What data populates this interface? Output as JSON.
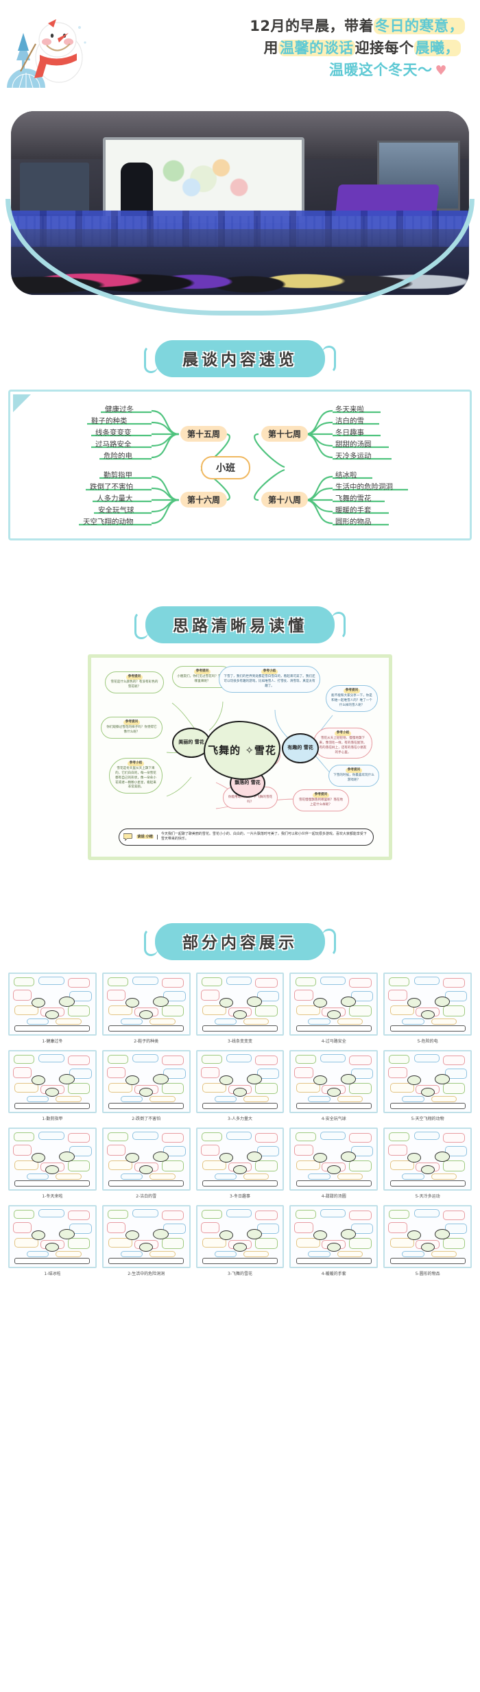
{
  "header": {
    "line1_plain": "12月的早晨，带着",
    "line1_hl": "冬日的寒意，",
    "line2_p1": "用",
    "line2_hl1": "温馨的谈话",
    "line2_p2": "迎接每个",
    "line2_hl2": "晨曦，",
    "line3_hl": "温暖这个冬天～",
    "heart_icon": "heart-icon"
  },
  "photo": {
    "caption_alt": "classroom-morning-talk-photo"
  },
  "sections": [
    {
      "title": "晨谈内容速览"
    },
    {
      "title": "思路清晰易读懂"
    },
    {
      "title": "部分内容展示"
    }
  ],
  "mindmap": {
    "center": "小班",
    "branches": [
      {
        "week": "第十五周",
        "side": "left",
        "items": [
          "健康过冬",
          "鞋子的种类",
          "线条变变变",
          "过马路安全",
          "危险的电"
        ]
      },
      {
        "week": "第十六周",
        "side": "left",
        "items": [
          "勤剪指甲",
          "跌倒了不害怕",
          "人多力量大",
          "安全玩气球",
          "天空飞翔的动物"
        ]
      },
      {
        "week": "第十七周",
        "side": "right",
        "items": [
          "冬天来啦",
          "洁白的雪",
          "冬日趣事",
          "甜甜的汤圆",
          "天冷多运动"
        ]
      },
      {
        "week": "第十八周",
        "side": "right",
        "items": [
          "结冰啦",
          "生活中的危险洞洞",
          "飞舞的雪花",
          "暖暖的手套",
          "圆形的物品"
        ]
      }
    ]
  },
  "detail_map": {
    "title": "飞舞的 ✧雪花",
    "nodes": [
      {
        "label": "美丽的\n雪花",
        "style": "green"
      },
      {
        "label": "有趣的\n雪花",
        "style": "blue"
      },
      {
        "label": "飘落的\n雪花",
        "style": "pink"
      }
    ],
    "bubbles": [
      {
        "tag": "参考提问",
        "text": "雪花是什么颜色的？有没有彩色的雪花呢？",
        "style": "green"
      },
      {
        "tag": "参考提问",
        "text": "小朋友们，你们见过雪花吗？雪花从哪里来呢？",
        "style": "green"
      },
      {
        "tag": "参考提问",
        "text": "你们观察过雪花的样子吗？你觉得它像什么呢？",
        "style": "green"
      },
      {
        "tag": "参考小结",
        "text": "雪花是冬天里从天上飘下来的，它们白白的，每一朵雪花都有自己的形状，像一朵朵小花或者一颗颗小星星，看起来非常美丽。",
        "style": "green"
      },
      {
        "tag": "参考小结",
        "text": "下雪了，我们的世界到处都是雪白雪白的，看起来可美了。我们还可以玩很多有趣的游戏，比如堆雪人、打雪仗、滑雪等，真是太有趣了。",
        "style": "blue"
      },
      {
        "tag": "参考提问",
        "text": "能不能和大家分享一下，你是和谁一起堆雪人的？堆了一个什么样的雪人呢？",
        "style": "blue"
      },
      {
        "tag": "参考提问",
        "text": "下雪的时候，你最喜欢玩什么游戏呢？",
        "style": "blue"
      },
      {
        "tag": "参考提问",
        "text": "雪花从天上飘下来时，是什么样子的呢？",
        "style": "red"
      },
      {
        "tag": "参考提问",
        "text": "你能用动作模仿一下飞舞的雪花吗？",
        "style": "red"
      },
      {
        "tag": "参考提问",
        "text": "雪花慢慢飘落到哪里呢？落在地上是什么样呢？",
        "style": "red"
      },
      {
        "tag": "参考小结",
        "text": "雪花从天上轻轻地、慢慢地飘下来，像羽毛一样，有的落在屋顶，有的落在树上，还有的落在小朋友的手心里。",
        "style": "red"
      }
    ],
    "summary_badge": "谈话\n小结",
    "summary_text": "今天我们一起聊了聊美丽的雪花。雪花小小的、白白的，一片片飘落时可美了。我们可以和小伙伴一起玩很多游戏。喜欢大家都能享受下雪天带来的快乐。",
    "summary_icon": "speech-bubble-icon"
  },
  "gallery": {
    "items": [
      {
        "label": "1-健康过冬"
      },
      {
        "label": "2-鞋子的种类"
      },
      {
        "label": "3-线条变变变"
      },
      {
        "label": "4-过马路安全"
      },
      {
        "label": "5-危险的电"
      },
      {
        "label": "1-勤剪指甲"
      },
      {
        "label": "2-跌倒了不害怕"
      },
      {
        "label": "3-人多力量大"
      },
      {
        "label": "4-安全玩气球"
      },
      {
        "label": "5-天空飞翔的动物"
      },
      {
        "label": "1-冬天来啦"
      },
      {
        "label": "2-洁白的雪"
      },
      {
        "label": "3-冬日趣事"
      },
      {
        "label": "4-甜甜的汤圆"
      },
      {
        "label": "5-天冷多运动"
      },
      {
        "label": "1-结冰啦"
      },
      {
        "label": "2-生活中的危险洞洞"
      },
      {
        "label": "3-飞舞的雪花"
      },
      {
        "label": "4-暖暖的手套"
      },
      {
        "label": "5-圆形的物品"
      }
    ]
  },
  "colors": {
    "accent_cyan": "#7fd6dd",
    "accent_light": "#a9dde4",
    "highlight_yellow": "#fdf0b8",
    "week_pill": "#fde3bd",
    "branch_green": "#4fc37e",
    "center_border": "#f0b860",
    "heart_pink": "#f49aa4"
  }
}
